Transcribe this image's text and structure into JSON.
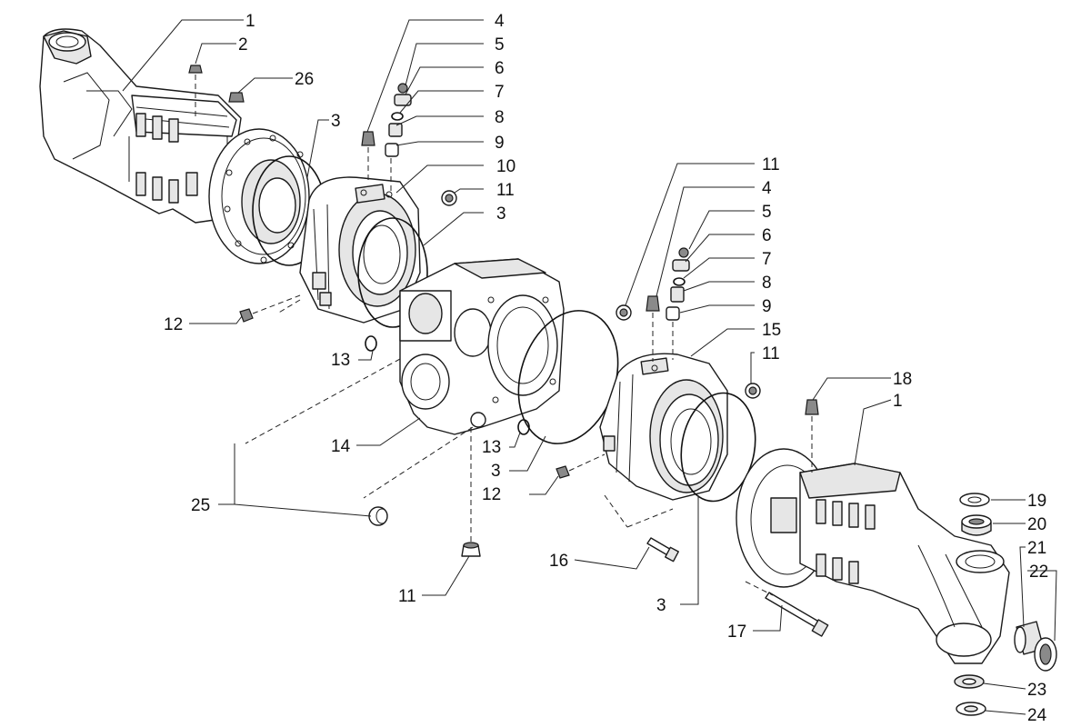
{
  "callouts": {
    "n1a": "1",
    "n2": "2",
    "n26": "26",
    "n3a": "3",
    "n4a": "4",
    "n5a": "5",
    "n6a": "6",
    "n7a": "7",
    "n8a": "8",
    "n9a": "9",
    "n10": "10",
    "n11a": "11",
    "n3b": "3",
    "n12a": "12",
    "n13a": "13",
    "n14": "14",
    "n25": "25",
    "n11b": "11",
    "n11c": "11",
    "n4b": "4",
    "n5b": "5",
    "n6b": "6",
    "n7b": "7",
    "n8b": "8",
    "n9b": "9",
    "n15": "15",
    "n11d": "11",
    "n13b": "13",
    "n3c": "3",
    "n12b": "12",
    "n16": "16",
    "n3d": "3",
    "n17": "17",
    "n18": "18",
    "n1b": "1",
    "n19": "19",
    "n20": "20",
    "n21": "21",
    "n22": "22",
    "n23": "23",
    "n24": "24"
  }
}
